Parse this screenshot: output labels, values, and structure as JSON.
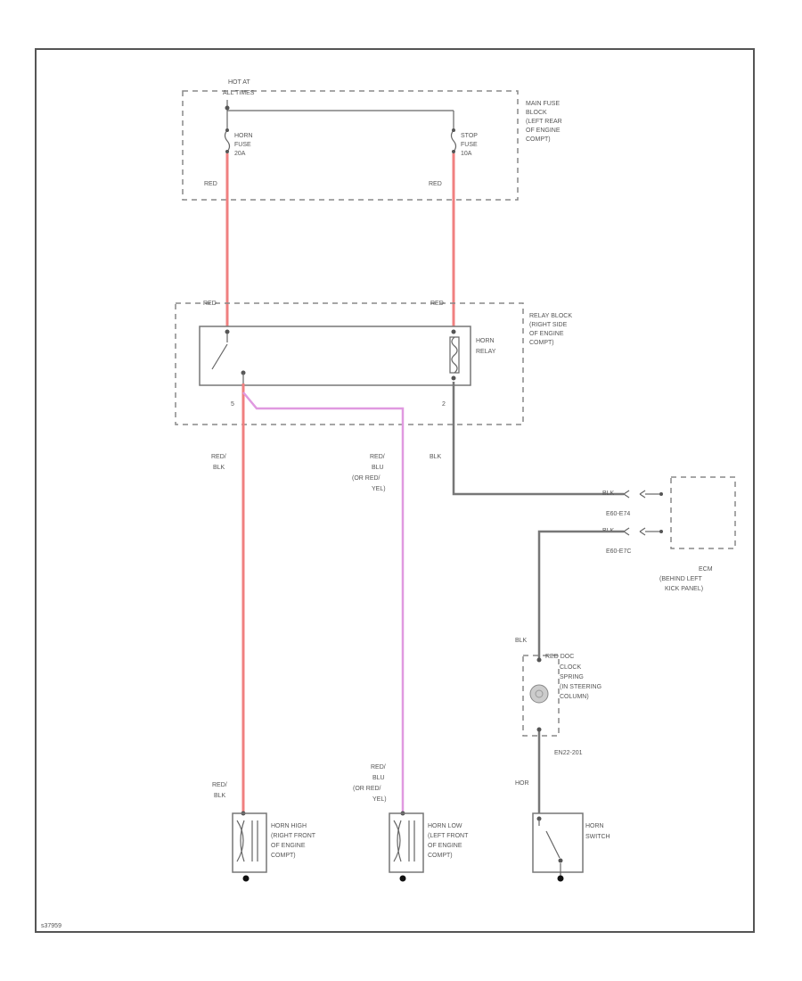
{
  "colors": {
    "wire_red": "#f08080",
    "wire_pink_red_blue": "#e099e0",
    "wire_black": "#777777",
    "frame": "#555555"
  },
  "fuse_block": {
    "hot_label": [
      "HOT AT",
      "ALL TIMES"
    ],
    "name": [
      "MAIN FUSE",
      "BLOCK",
      "(LEFT REAR",
      "OF ENGINE",
      "COMPT)"
    ],
    "horn_fuse": [
      "HORN",
      "FUSE",
      "20A"
    ],
    "stop_fuse": [
      "STOP",
      "FUSE",
      "10A"
    ]
  },
  "wire_labels": {
    "red_left": "RED",
    "red_right": "RED",
    "red_top_left": "RED",
    "red_top_right": "RED",
    "red_blk_upper": [
      "RED/",
      "BLK"
    ],
    "red_blu_upper": [
      "RED/",
      "BLU",
      "(OR RED/",
      "YEL)"
    ],
    "blk_relay": "BLK",
    "blk_clock": "BLK",
    "red_blk_lower": [
      "RED/",
      "BLK"
    ],
    "red_blu_lower": [
      "RED/",
      "BLU",
      "(OR RED/",
      "YEL)"
    ],
    "horn_wire": "HOR"
  },
  "relay_block": {
    "name": [
      "RELAY BLOCK",
      "(RIGHT SIDE",
      "OF ENGINE",
      "COMPT)"
    ],
    "relay": [
      "HORN",
      "RELAY"
    ],
    "pin_left": "5",
    "pin_right": "2"
  },
  "ecm": {
    "connector_1": "BLK",
    "connector_2": "BLK",
    "connector_1_id": "E60-E74",
    "connector_2_id": "E60-E7C",
    "name": [
      "ECM",
      "(BEHIND LEFT",
      "KICK PANEL)"
    ]
  },
  "clock_spring": {
    "top_connector": "RED DOC",
    "name": [
      "CLOCK",
      "SPRING",
      "(IN STEERING",
      "COLUMN)"
    ],
    "bottom_connector": "EN22-201"
  },
  "components": {
    "horn_high": [
      "HORN HIGH",
      "(RIGHT FRONT",
      "OF ENGINE",
      "COMPT)"
    ],
    "horn_low": [
      "HORN LOW",
      "(LEFT FRONT",
      "OF ENGINE",
      "COMPT)"
    ],
    "horn_switch": [
      "HORN",
      "SWITCH"
    ]
  },
  "figure_id": "s37959"
}
